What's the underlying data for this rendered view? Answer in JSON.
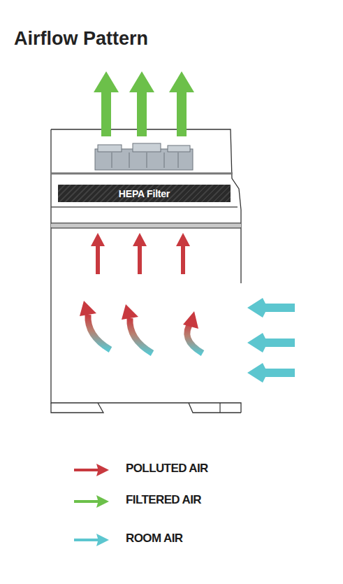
{
  "diagram": {
    "title": "Airflow Pattern",
    "nodes": [
      {
        "text": [
          "HEPA Filter"
        ]
      }
    ],
    "edges": [],
    "legend": [
      {
        "text": "POLLUTED AIR"
      },
      {
        "text": "FILTERED AIR"
      },
      {
        "text": "ROOM AIR"
      }
    ]
  }
}
